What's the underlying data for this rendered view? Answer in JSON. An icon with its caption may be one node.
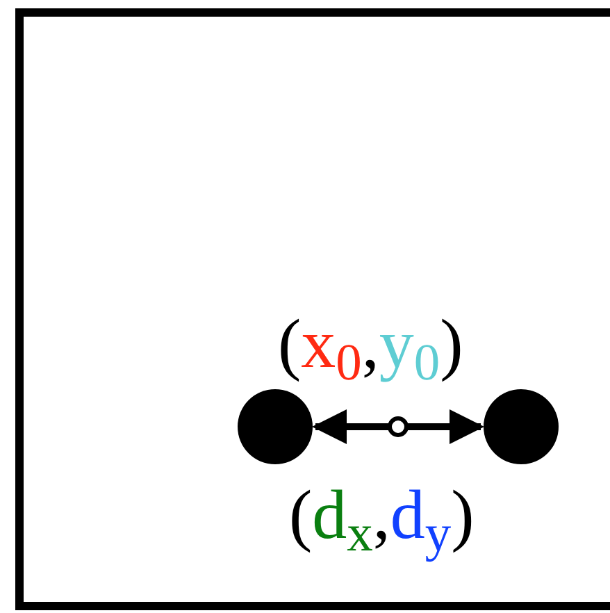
{
  "diagram": {
    "nodes": [
      {
        "text": [],
        "shape": "circle"
      },
      {
        "text": [],
        "shape": "circle"
      }
    ],
    "edges": [
      {
        "from": 0,
        "to": 1,
        "arrow": "both"
      }
    ],
    "labels": [
      "(x$_{0}$,y$_{0}$)",
      "(d$_{x}$,d$_{y}$)"
    ]
  }
}
